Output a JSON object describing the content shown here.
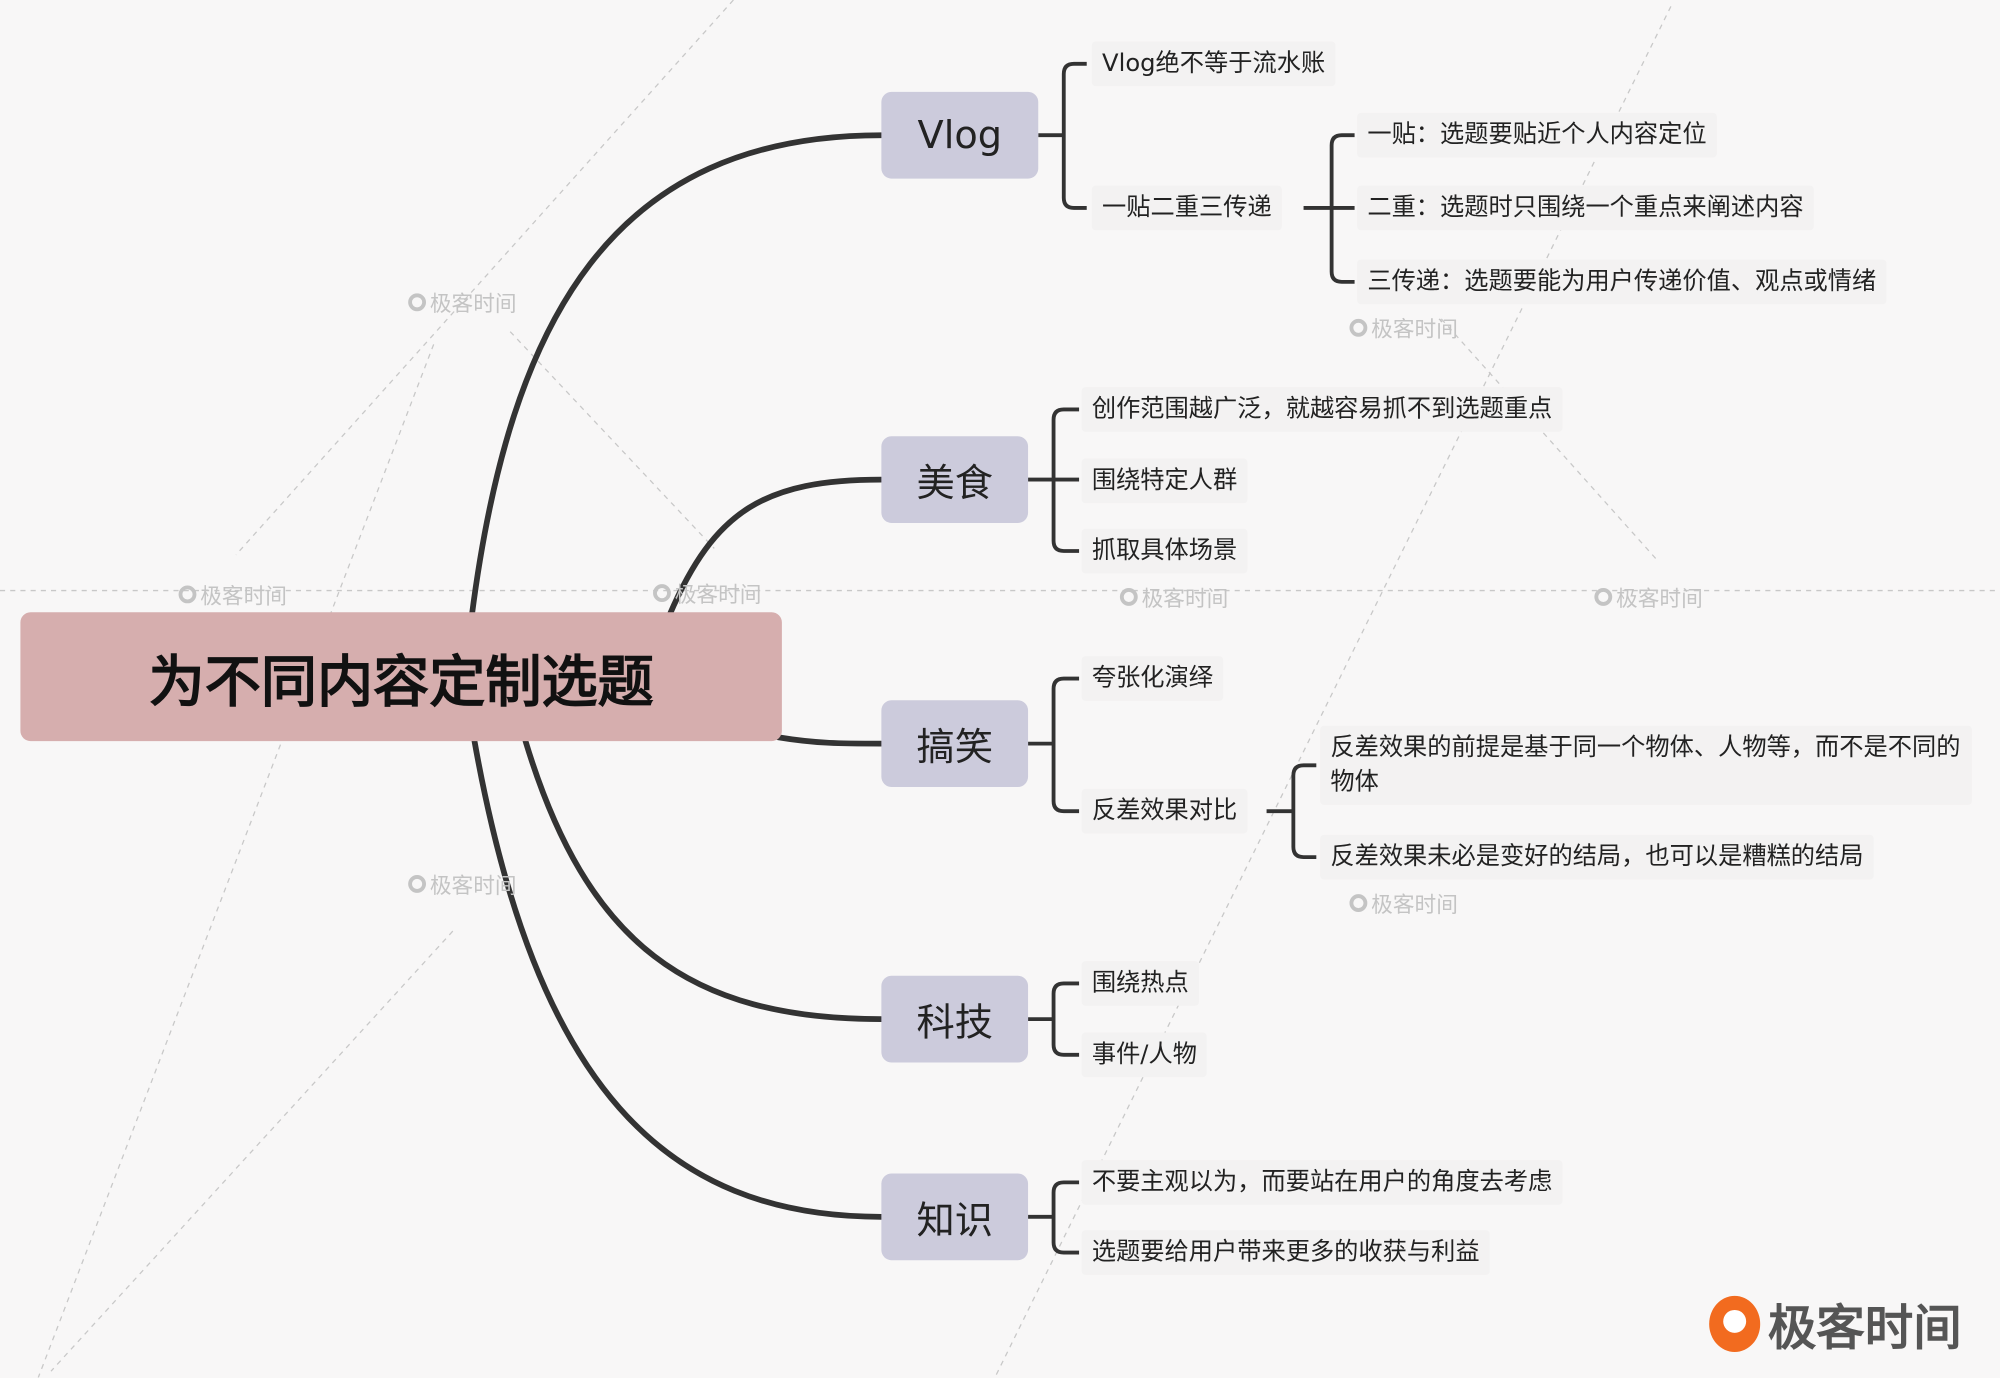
{
  "root": {
    "label": "为不同内容定制选题"
  },
  "branches": [
    {
      "label": "Vlog",
      "leaves": [
        "Vlog绝不等于流水账",
        "一贴二重三传递"
      ],
      "sub": [
        "一贴：选题要贴近个人内容定位",
        "二重：选题时只围绕一个重点来阐述内容",
        "三传递：选题要能为用户传递价值、观点或情绪"
      ]
    },
    {
      "label": "美食",
      "leaves": [
        "创作范围越广泛，就越容易抓不到选题重点",
        "围绕特定人群",
        "抓取具体场景"
      ]
    },
    {
      "label": "搞笑",
      "leaves": [
        "夸张化演绎",
        "反差效果对比"
      ],
      "sub": [
        "反差效果的前提是基于同一个物体、人物等，而不是不同的物体",
        "反差效果未必是变好的结局，也可以是糟糕的结局"
      ]
    },
    {
      "label": "科技",
      "leaves": [
        "围绕热点",
        "事件/人物"
      ]
    },
    {
      "label": "知识",
      "leaves": [
        "不要主观以为，而要站在用户的角度去考虑",
        "选题要给用户带来更多的收获与利益"
      ]
    }
  ],
  "watermark_text": "极客时间",
  "logo_text": "极客时间",
  "colors": {
    "root": "#d6aeae",
    "branch": "#cccbdc",
    "line": "#333333",
    "logo": "#f26b1f"
  }
}
